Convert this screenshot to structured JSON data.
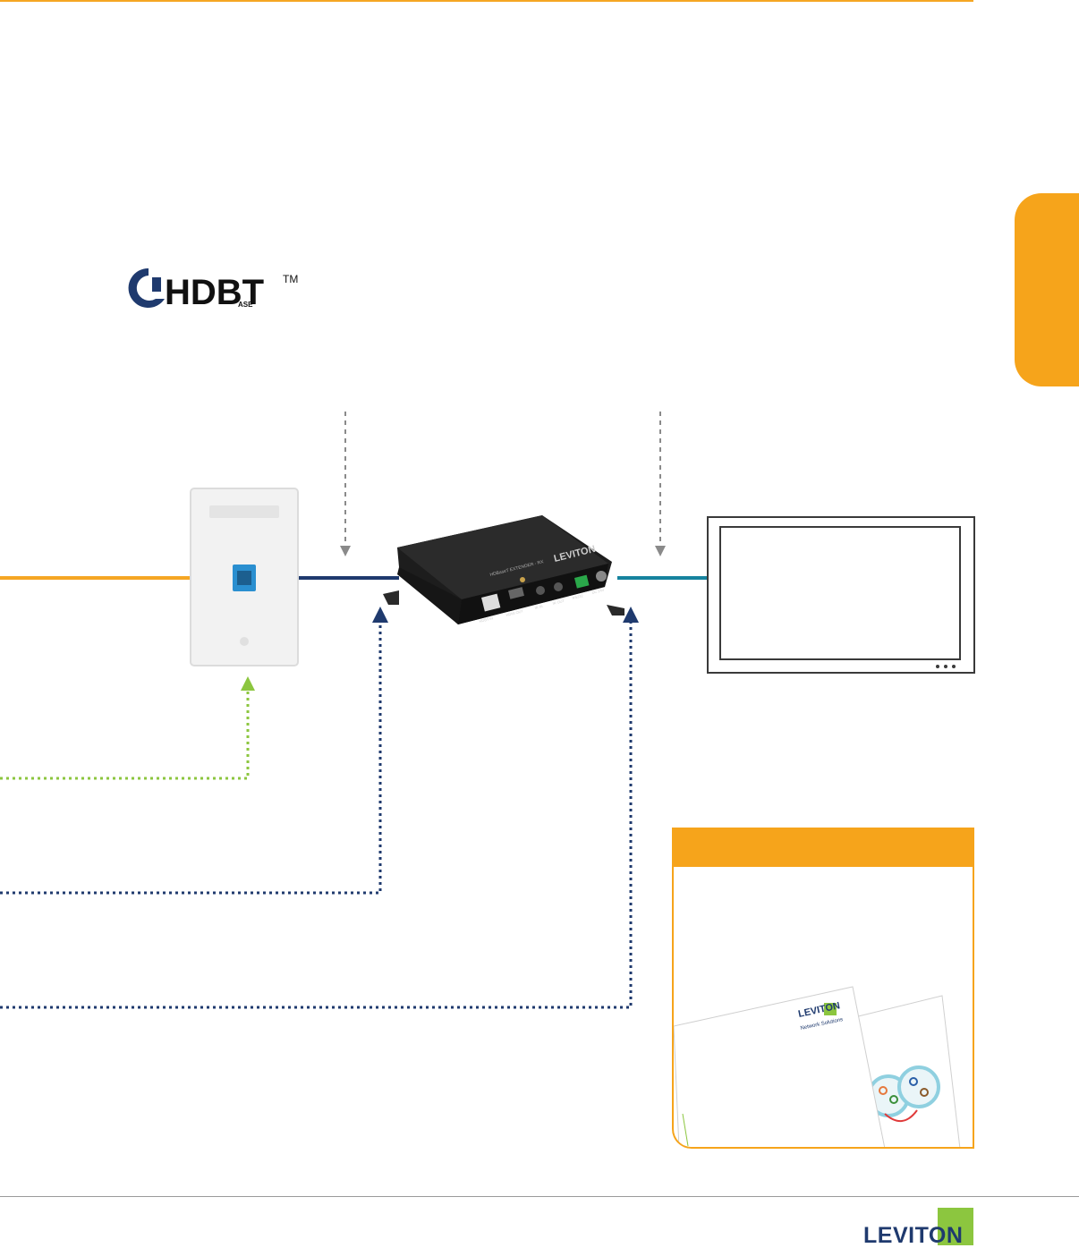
{
  "colors": {
    "accent_orange": "#f6a41b",
    "navy": "#1f3a6e",
    "teal": "#16839e",
    "green": "#8cc63f",
    "gray": "#9a9a9a"
  },
  "hdbt_logo": {
    "text": "HDBT",
    "sub": "ASE",
    "tm": "TM"
  },
  "extender": {
    "brand": "LEVITON",
    "model_text": "HDBaseT EXTENDER - RX",
    "ports": [
      "HDBT IN",
      "HDMI OUT",
      "IR IN",
      "IR OUT",
      "RS232",
      "DC 24V"
    ]
  },
  "brochure": {
    "brand": "LEVITON",
    "subtitle": "Network Solutions"
  },
  "footer": {
    "logo_text": "LEVITON"
  }
}
